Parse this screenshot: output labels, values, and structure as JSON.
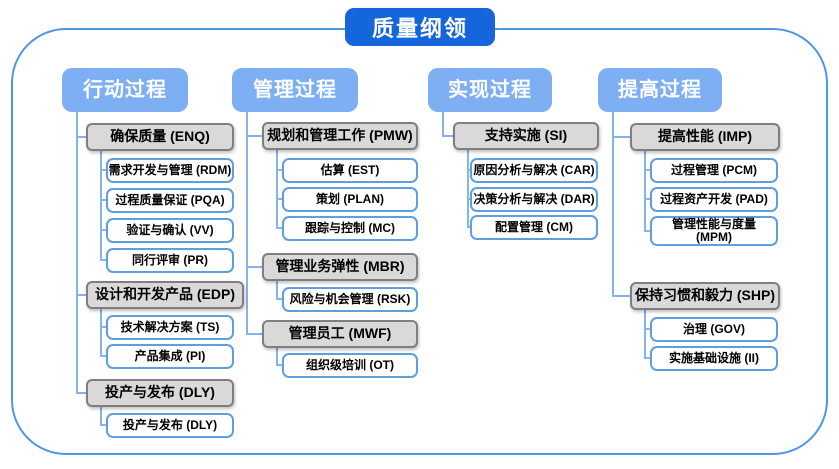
{
  "title": "质量纲领",
  "palette": {
    "title_bg": "#1565DB",
    "header_bg": "#7DAFF2",
    "group_bg": "#D9D9D9",
    "group_border": "#7F7F7F",
    "item_border": "#5E9FE0",
    "connector": "#85B3EC",
    "frame_border": "#4E96E8"
  },
  "columns": [
    {
      "header": "行动过程",
      "groups": [
        {
          "label": "确保质量 (ENQ)",
          "children": [
            "需求开发与管理 (RDM)",
            "过程质量保证 (PQA)",
            "验证与确认 (VV)",
            "同行评审 (PR)"
          ]
        },
        {
          "label": "设计和开发产品 (EDP)",
          "children": [
            "技术解决方案 (TS)",
            "产品集成 (PI)"
          ]
        },
        {
          "label": "投产与发布 (DLY)",
          "children": [
            "投产与发布 (DLY)"
          ]
        }
      ]
    },
    {
      "header": "管理过程",
      "groups": [
        {
          "label": "规划和管理工作 (PMW)",
          "children": [
            "估算 (EST)",
            "策划 (PLAN)",
            "跟踪与控制 (MC)"
          ]
        },
        {
          "label": "管理业务弹性 (MBR)",
          "children": [
            "风险与机会管理 (RSK)"
          ]
        },
        {
          "label": "管理员工 (MWF)",
          "children": [
            "组织级培训 (OT)"
          ]
        }
      ]
    },
    {
      "header": "实现过程",
      "groups": [
        {
          "label": "支持实施 (SI)",
          "children": [
            "原因分析与解决 (CAR)",
            "决策分析与解决 (DAR)",
            "配置管理 (CM)"
          ]
        }
      ]
    },
    {
      "header": "提高过程",
      "groups": [
        {
          "label": "提高性能 (IMP)",
          "children": [
            "过程管理 (PCM)",
            "过程资产开发 (PAD)",
            "管理性能与度量 (MPM)"
          ]
        },
        {
          "label": "保持习惯和毅力 (SHP)",
          "children": [
            "治理 (GOV)",
            "实施基础设施 (II)"
          ]
        }
      ]
    }
  ]
}
